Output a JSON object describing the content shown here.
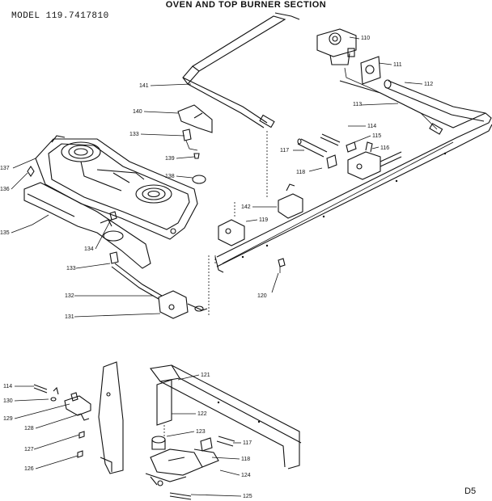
{
  "header": {
    "title": "OVEN AND TOP BURNER SECTION",
    "model": "MODEL 119.7417810",
    "page_code": "D5"
  },
  "callouts": {
    "c110": "110",
    "c111": "111",
    "c112": "112",
    "c113": "113",
    "c114": "114",
    "c115": "115",
    "c116": "116",
    "c117": "117",
    "c118": "118",
    "c119": "119",
    "c120": "120",
    "c121": "121",
    "c122": "122",
    "c123": "123",
    "c124": "124",
    "c125": "125",
    "c126": "126",
    "c127": "127",
    "c128": "128",
    "c129": "129",
    "c130": "130",
    "c131": "131",
    "c132": "132",
    "c133": "133",
    "c134": "134",
    "c135": "135",
    "c136": "136",
    "c137": "137",
    "c138": "138",
    "c139": "139",
    "c140": "140",
    "c141": "141",
    "c142": "142"
  }
}
